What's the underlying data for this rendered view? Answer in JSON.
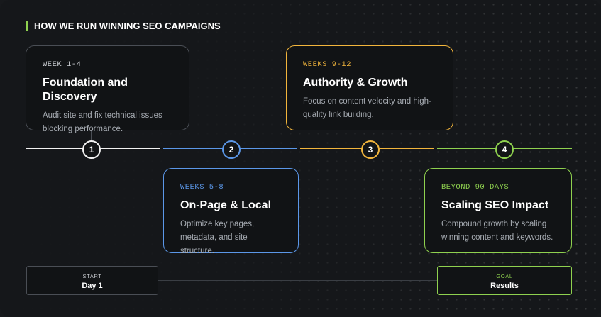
{
  "header": {
    "title": "HOW WE RUN WINNING SEO CAMPAIGNS"
  },
  "colors": {
    "phase1": "#f2f2f2",
    "phase2": "#5b97e8",
    "phase3": "#f2b53c",
    "phase4": "#8fd14f",
    "neutral_border": "#4a4e55"
  },
  "phases": [
    {
      "number": "1",
      "period": "WEEK 1-4",
      "title": "Foundation and Discovery",
      "description": "Audit site and fix technical issues blocking performance."
    },
    {
      "number": "2",
      "period": "WEEKS 5-8",
      "title": "On-Page & Local",
      "description": "Optimize key pages, metadata, and site structure."
    },
    {
      "number": "3",
      "period": "WEEKS 9-12",
      "title": "Authority & Growth",
      "description": "Focus on content velocity and high-quality link building."
    },
    {
      "number": "4",
      "period": "BEYOND 90 DAYS",
      "title": "Scaling SEO Impact",
      "description": "Compound growth by scaling winning content and keywords."
    }
  ],
  "start": {
    "label": "START",
    "value": "Day 1"
  },
  "goal": {
    "label": "GOAL",
    "value": "Results"
  }
}
